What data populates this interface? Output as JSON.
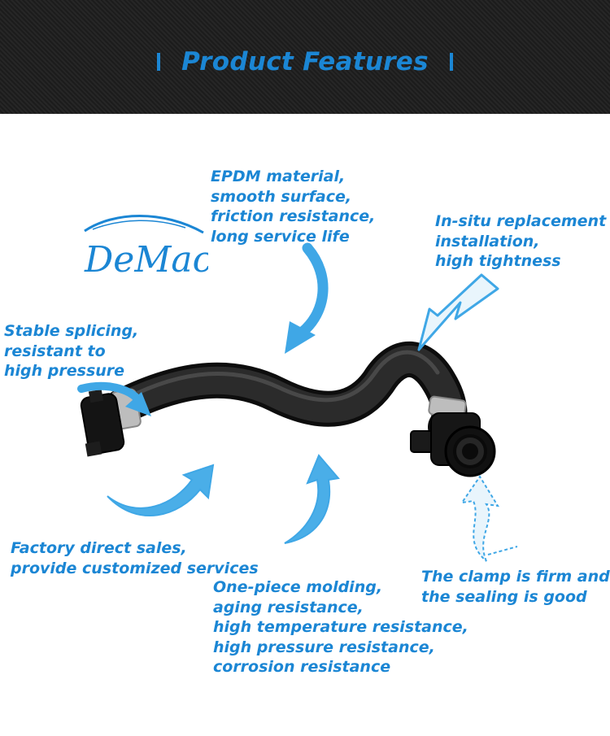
{
  "header": {
    "title": "Product Features"
  },
  "logo": {
    "text": "DeMac"
  },
  "features": {
    "epdm": [
      "EPDM material,",
      "smooth surface,",
      "friction resistance,",
      "long service life"
    ],
    "insitu": [
      "In-situ replacement",
      "installation,",
      "high tightness"
    ],
    "splicing": [
      "Stable splicing,",
      "resistant to",
      "high pressure"
    ],
    "factory": [
      "Factory direct sales,",
      "provide customized services"
    ],
    "molding": [
      "One-piece molding,",
      "aging resistance,",
      "high temperature resistance,",
      "high pressure resistance,",
      "corrosion resistance"
    ],
    "clamp": [
      "The clamp is firm and",
      "the sealing is good"
    ]
  },
  "colors": {
    "accent": "#1b86d4",
    "arrow": "#3fa7e6",
    "hose": "#1a1a1a",
    "banner": "#222222"
  },
  "icons": [
    "curved-arrow-icon",
    "hollow-arrow-icon",
    "dashed-arrow-icon"
  ]
}
